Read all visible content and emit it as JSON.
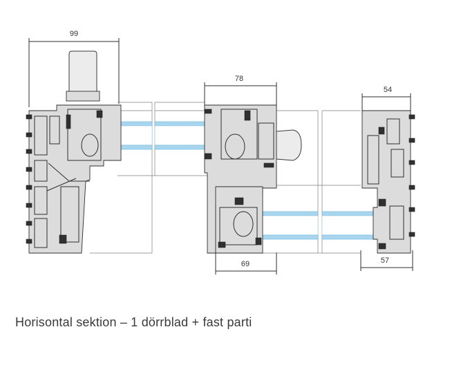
{
  "caption": "Horisontal sektion – 1 dörrblad + fast parti",
  "dimensions": {
    "left_frame": "99",
    "door_leaf": "78",
    "right_frame": "54",
    "sliding_profile": "69",
    "right_bottom": "57"
  },
  "colors": {
    "glass": "#a8d6ee",
    "profile_line": "#2e2e2e",
    "profile_fill": "#dcdcdc"
  }
}
